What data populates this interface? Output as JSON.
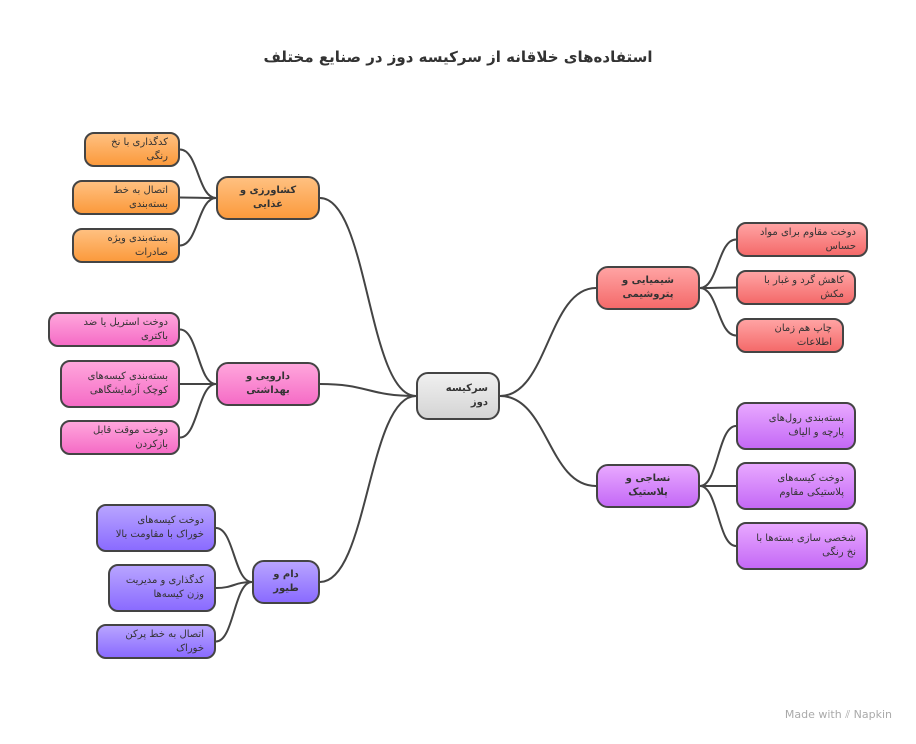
{
  "title": "استفاده‌های خلاقانه از سرکیسه دوز در صنایع مختلف",
  "center": "سرکیسه دوز",
  "categories": {
    "agri": {
      "label": "کشاورزی و غذایی",
      "children": [
        "کدگذاری با نخ رنگی",
        "اتصال به خط بسته‌بندی",
        "بسته‌بندی ویژه صادرات"
      ]
    },
    "pharma": {
      "label": "دارویی و بهداشتی",
      "children": [
        "دوخت استریل یا ضد باکتری",
        "بسته‌بندی کیسه‌های کوچک آزمایشگاهی",
        "دوخت موقت قابل بازکردن"
      ]
    },
    "livestock": {
      "label": "دام و طیور",
      "children": [
        "دوخت کیسه‌های خوراک با مقاومت بالا",
        "کدگذاری و مدیریت وزن کیسه‌ها",
        "اتصال به خط پرکن خوراک"
      ]
    },
    "chem": {
      "label": "شیمیایی و پتروشیمی",
      "children": [
        "دوخت مقاوم برای مواد حساس",
        "کاهش گرد و غبار با مکش",
        "چاپ هم زمان اطلاعات"
      ]
    },
    "textile": {
      "label": "نساجی و پلاستیک",
      "children": [
        "بسته‌بندی رول‌های پارچه و الیاف",
        "دوخت کیسه‌های پلاستیکی مقاوم",
        "شخصی سازی بسته‌ها با نخ رنگی"
      ]
    }
  },
  "footer": {
    "made_with": "Made with",
    "brand": "Napkin"
  }
}
